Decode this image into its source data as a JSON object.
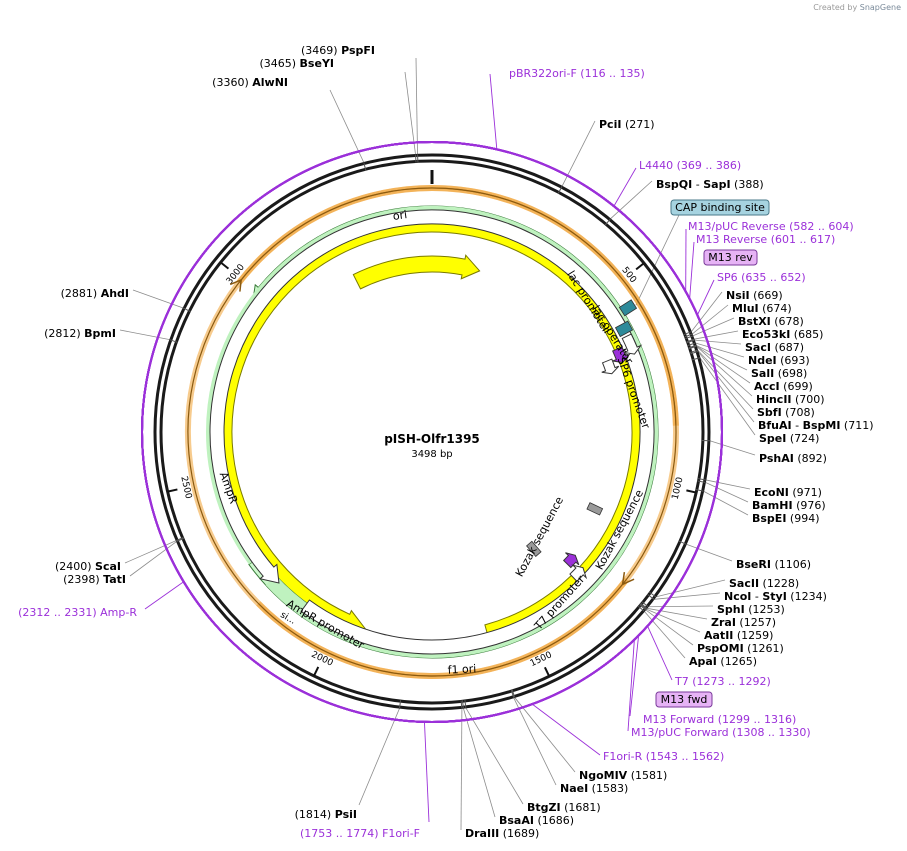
{
  "credit": {
    "prefix": "Created by",
    "brand": "SnapGene"
  },
  "plasmid": {
    "name": "pISH-Olfr1395",
    "length_label": "3498 bp",
    "length": 3498
  },
  "colors": {
    "enzyme": "#000000",
    "primer": "#9b30d9",
    "feature_yellow": "#ffff00",
    "ampr_green": "#ccf8cc",
    "orange": "#f0a030",
    "cap_fill": "#a6d3e0",
    "m13_fill": "#e6b3f5"
  },
  "ticks": [
    {
      "pos": 500,
      "label": "500"
    },
    {
      "pos": 1000,
      "label": "1000"
    },
    {
      "pos": 1500,
      "label": "1500"
    },
    {
      "pos": 2000,
      "label": "2000"
    },
    {
      "pos": 2500,
      "label": "2500"
    },
    {
      "pos": 3000,
      "label": "3000"
    }
  ],
  "enzymes": [
    {
      "name": "PspFI",
      "pos_label": "(3469)",
      "pos": 3469
    },
    {
      "name": "BseYI",
      "pos_label": "(3465)",
      "pos": 3465
    },
    {
      "name": "AlwNI",
      "pos_label": "(3360)",
      "pos": 3360
    },
    {
      "name": "PciI",
      "pos_label": "(271)",
      "pos": 271
    },
    {
      "name": "BspQI",
      "extra": "SapI",
      "pos_label": "(388)",
      "pos": 388
    },
    {
      "name": "NsiI",
      "pos_label": "(669)",
      "pos": 669
    },
    {
      "name": "MluI",
      "pos_label": "(674)",
      "pos": 674
    },
    {
      "name": "BstXI",
      "pos_label": "(678)",
      "pos": 678
    },
    {
      "name": "Eco53kI",
      "pos_label": "(685)",
      "pos": 685
    },
    {
      "name": "SacI",
      "pos_label": "(687)",
      "pos": 687
    },
    {
      "name": "NdeI",
      "pos_label": "(693)",
      "pos": 693
    },
    {
      "name": "SalI",
      "pos_label": "(698)",
      "pos": 698
    },
    {
      "name": "AccI",
      "pos_label": "(699)",
      "pos": 699
    },
    {
      "name": "HincII",
      "pos_label": "(700)",
      "pos": 700
    },
    {
      "name": "SbfI",
      "pos_label": "(708)",
      "pos": 708
    },
    {
      "name": "BfuAI",
      "extra": "BspMI",
      "pos_label": "(711)",
      "pos": 711
    },
    {
      "name": "SpeI",
      "pos_label": "(724)",
      "pos": 724
    },
    {
      "name": "PshAI",
      "pos_label": "(892)",
      "pos": 892
    },
    {
      "name": "EcoNI",
      "pos_label": "(971)",
      "pos": 971
    },
    {
      "name": "BamHI",
      "pos_label": "(976)",
      "pos": 976
    },
    {
      "name": "BspEI",
      "pos_label": "(994)",
      "pos": 994
    },
    {
      "name": "BseRI",
      "pos_label": "(1106)",
      "pos": 1106
    },
    {
      "name": "SacII",
      "pos_label": "(1228)",
      "pos": 1228
    },
    {
      "name": "NcoI",
      "extra": "StyI",
      "pos_label": "(1234)",
      "pos": 1234
    },
    {
      "name": "SphI",
      "pos_label": "(1253)",
      "pos": 1253
    },
    {
      "name": "ZraI",
      "pos_label": "(1257)",
      "pos": 1257
    },
    {
      "name": "AatII",
      "pos_label": "(1259)",
      "pos": 1259
    },
    {
      "name": "PspOMI",
      "pos_label": "(1261)",
      "pos": 1261
    },
    {
      "name": "ApaI",
      "pos_label": "(1265)",
      "pos": 1265
    },
    {
      "name": "NgoMIV",
      "pos_label": "(1581)",
      "pos": 1581
    },
    {
      "name": "NaeI",
      "pos_label": "(1583)",
      "pos": 1583
    },
    {
      "name": "BtgZI",
      "pos_label": "(1681)",
      "pos": 1681
    },
    {
      "name": "BsaAI",
      "pos_label": "(1686)",
      "pos": 1686
    },
    {
      "name": "DraIII",
      "pos_label": "(1689)",
      "pos": 1689
    },
    {
      "name": "PsiI",
      "pos_label": "(1814)",
      "pos": 1814
    },
    {
      "name": "ScaI",
      "pos_label": "(2400)",
      "pos": 2400
    },
    {
      "name": "TatI",
      "pos_label": "(2398)",
      "pos": 2398
    },
    {
      "name": "BpmI",
      "pos_label": "(2812)",
      "pos": 2812
    },
    {
      "name": "AhdI",
      "pos_label": "(2881)",
      "pos": 2881
    }
  ],
  "primers": [
    {
      "name": "pBR322ori-F",
      "range": "(116 .. 135)",
      "start": 116,
      "end": 135
    },
    {
      "name": "L4440",
      "range": "(369 .. 386)",
      "start": 369,
      "end": 386
    },
    {
      "name": "M13/pUC Reverse",
      "range": "(582 .. 604)",
      "start": 582,
      "end": 604
    },
    {
      "name": "M13 Reverse",
      "range": "(601 .. 617)",
      "start": 601,
      "end": 617
    },
    {
      "name": "SP6",
      "range": "(635 .. 652)",
      "start": 635,
      "end": 652
    },
    {
      "name": "T7",
      "range": "(1273 .. 1292)",
      "start": 1273,
      "end": 1292
    },
    {
      "name": "M13 Forward",
      "range": "(1299 .. 1316)",
      "start": 1299,
      "end": 1316
    },
    {
      "name": "M13/pUC Forward",
      "range": "(1308 .. 1330)",
      "start": 1308,
      "end": 1330
    },
    {
      "name": "F1ori-R",
      "range": "(1543 .. 1562)",
      "start": 1543,
      "end": 1562
    },
    {
      "name": "F1ori-F",
      "range": "(1753 .. 1774)",
      "start": 1753,
      "end": 1774
    },
    {
      "name": "Amp-R",
      "range": "(2312 .. 2331)",
      "start": 2312,
      "end": 2331
    }
  ],
  "boxed_labels": {
    "cap": "CAP binding site",
    "m13rev": "M13 rev",
    "m13fwd": "M13 fwd"
  },
  "features": {
    "ori": "ori",
    "f1_ori": "f1 ori",
    "ampr": "AmpR",
    "ampr_promoter": "AmpR promoter",
    "signal": "si...",
    "lac_promoter": "lac promoter",
    "lac_operator": "lac operator",
    "sp6_promoter": "SP6 promoter",
    "t7_promoter": "T7 promoter",
    "kozak_1": "Kozak sequence",
    "kozak_2": "Kozak sequence"
  }
}
